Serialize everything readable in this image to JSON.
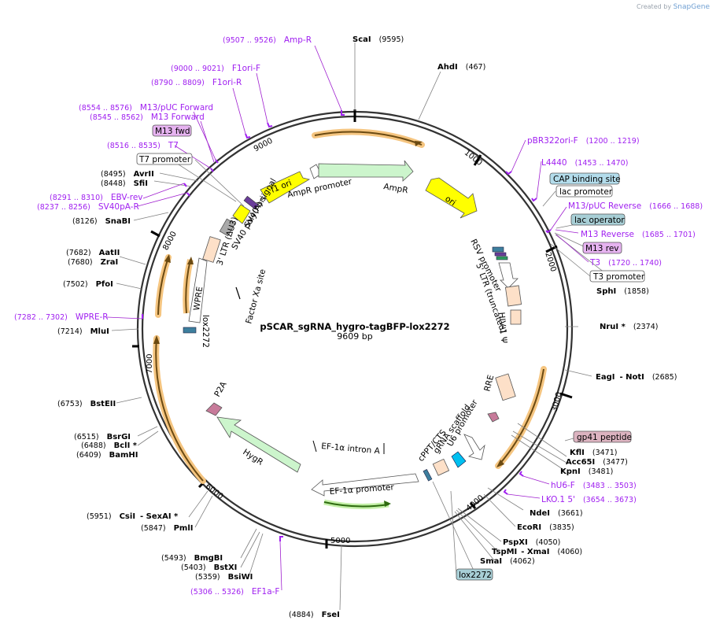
{
  "credit": {
    "prefix": "Created by",
    "brand": "SnapGene"
  },
  "plasmid": {
    "name": "pSCAR_sgRNA_hygro-tagBFP-lox2272",
    "length": "9609 bp"
  },
  "ticks": [
    "9000",
    "1000",
    "2000",
    "3000",
    "4000",
    "5000",
    "6000",
    "7000",
    "8000"
  ],
  "enzymes": [
    {
      "name": "ScaI",
      "pos": "(9595)"
    },
    {
      "name": "AhdI",
      "pos": "(467)"
    },
    {
      "name": "SphI",
      "pos": "(1858)"
    },
    {
      "name": "NruI *",
      "pos": "(2374)"
    },
    {
      "name": "EagI",
      "sep": "- NotI",
      "pos": "(2685)"
    },
    {
      "name": "KflI",
      "pos": "(3471)"
    },
    {
      "name": "Acc65I",
      "pos": "(3477)"
    },
    {
      "name": "KpnI",
      "pos": "(3481)"
    },
    {
      "name": "NdeI",
      "pos": "(3661)"
    },
    {
      "name": "EcoRI",
      "pos": "(3835)"
    },
    {
      "name": "PspXI",
      "pos": "(4050)"
    },
    {
      "name": "TspMI",
      "sep": "- XmaI",
      "pos": "(4060)"
    },
    {
      "name": "SmaI",
      "pos": "(4062)"
    },
    {
      "name": "FseI",
      "pos": "(4884)"
    },
    {
      "name": "BsiWI",
      "pos": "(5359)"
    },
    {
      "name": "BstXI",
      "pos": "(5403)"
    },
    {
      "name": "BmgBI",
      "pos": "(5493)"
    },
    {
      "name": "PmlI",
      "pos": "(5847)"
    },
    {
      "name": "CsiI",
      "sep": "- SexAI *",
      "pos": "(5951)"
    },
    {
      "name": "BamHI",
      "pos": "(6409)"
    },
    {
      "name": "BclI *",
      "pos": "(6488)"
    },
    {
      "name": "BsrGI",
      "pos": "(6515)"
    },
    {
      "name": "BstEII",
      "pos": "(6753)"
    },
    {
      "name": "MluI",
      "pos": "(7214)"
    },
    {
      "name": "PfoI",
      "pos": "(7502)"
    },
    {
      "name": "ZraI",
      "pos": "(7680)"
    },
    {
      "name": "AatII",
      "pos": "(7682)"
    },
    {
      "name": "SnaBI",
      "pos": "(8126)"
    },
    {
      "name": "SfiI",
      "pos": "(8448)"
    },
    {
      "name": "AvrII",
      "pos": "(8495)"
    }
  ],
  "primers": [
    {
      "name": "Amp-R",
      "pos": "(9507 .. 9526)"
    },
    {
      "name": "F1ori-F",
      "pos": "(9000 .. 9021)"
    },
    {
      "name": "F1ori-R",
      "pos": "(8790 .. 8809)"
    },
    {
      "name": "M13/pUC Forward",
      "pos": "(8554 .. 8576)"
    },
    {
      "name": "M13 Forward",
      "pos": "(8545 .. 8562)"
    },
    {
      "name": "T7",
      "pos": "(8516 .. 8535)"
    },
    {
      "name": "EBV-rev",
      "pos": "(8291 .. 8310)"
    },
    {
      "name": "SV40pA-R",
      "pos": "(8237 .. 8256)"
    },
    {
      "name": "WPRE-R",
      "pos": "(7282 .. 7302)"
    },
    {
      "name": "pBR322ori-F",
      "pos": "(1200 .. 1219)"
    },
    {
      "name": "L4440",
      "pos": "(1453 .. 1470)"
    },
    {
      "name": "M13/pUC Reverse",
      "pos": "(1666 .. 1688)"
    },
    {
      "name": "M13 Reverse",
      "pos": "(1685 .. 1701)"
    },
    {
      "name": "T3",
      "pos": "(1720 .. 1740)"
    },
    {
      "name": "hU6-F",
      "pos": "(3483 .. 3503)"
    },
    {
      "name": "LKO.1 5'",
      "pos": "(3654 .. 3673)"
    },
    {
      "name": "EF1a-F",
      "pos": "(5306 .. 5326)"
    }
  ],
  "boxed": {
    "m13fwd": "M13 fwd",
    "t7promoter": "T7 promoter",
    "cap": "CAP binding site",
    "lacpromoter": "lac promoter",
    "lacoperator": "lac operator",
    "m13rev": "M13 rev",
    "t3promoter": "T3 promoter",
    "gp41": "gp41 peptide",
    "lox2272": "lox2272"
  },
  "features": {
    "f1ori": "f1 ori",
    "amprpromoter": "AmpR promoter",
    "ampr": "AmpR",
    "ori": "ori",
    "sv40ori": "SV40 ori",
    "sv40pa": "SV40 poly(A) signal",
    "ltr3": "3' LTR (ΔU3)",
    "wpre": "WPRE",
    "lox2272": "lox2272",
    "factorxa": "Factor Xa site",
    "rsv": "RSV promoter",
    "ltr5": "5' LTR (truncated)",
    "hivpsi": "HIV-1 Ψ",
    "rre": "RRE",
    "u6": "U6 promoter",
    "grna": "gRNA scaffold",
    "cppt": "cPPT/CTS",
    "ef1intron": "EF-1α intron A",
    "ef1promoter": "EF-1α promoter",
    "hygr": "HygR",
    "p2a": "P2A"
  },
  "colors": {
    "purple": "#a020f0",
    "backbone": "#333333",
    "orange": "#f0b060",
    "ampr": "#ccf5cc",
    "yellow": "#ffff00",
    "peach": "#fde0c8"
  }
}
